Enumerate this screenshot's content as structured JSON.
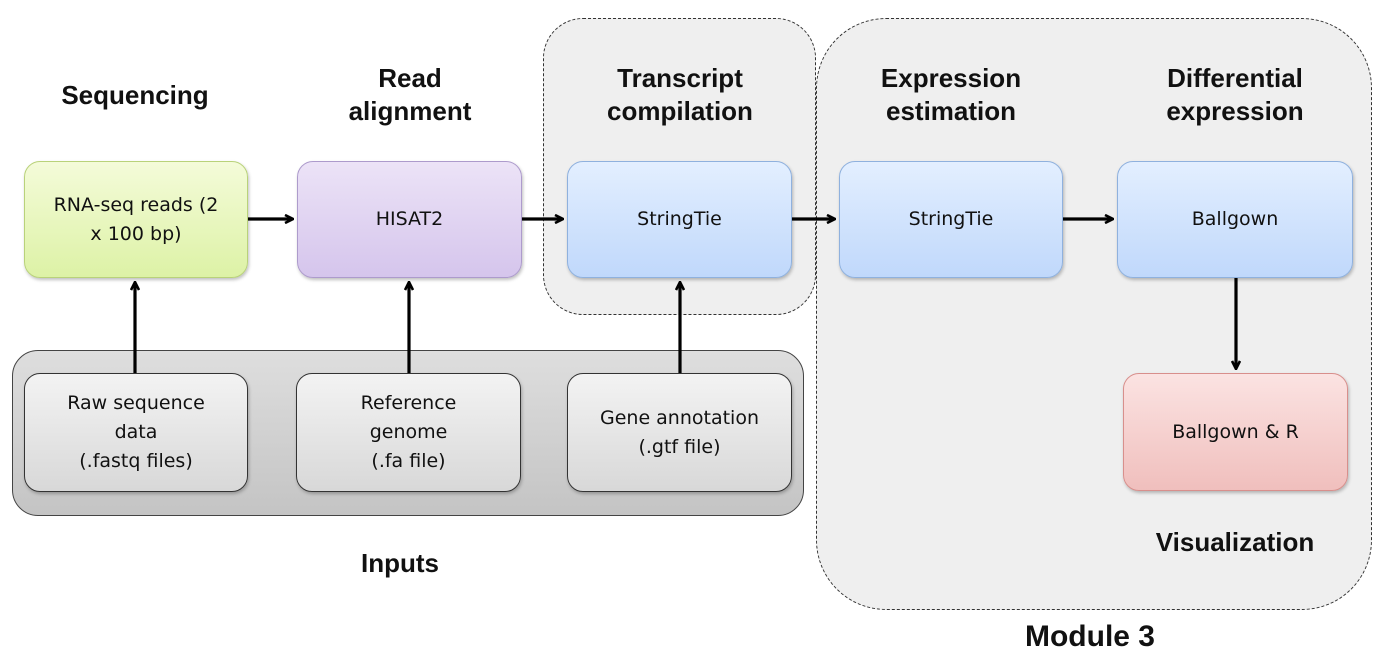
{
  "stages": {
    "sequencing": "Sequencing",
    "read_alignment": "Read\nalignment",
    "transcript_compilation": "Transcript\ncompilation",
    "expression_estimation": "Expression\nestimation",
    "differential_expression": "Differential\nexpression",
    "visualization": "Visualization"
  },
  "groups": {
    "inputs": "Inputs",
    "module": "Module 3"
  },
  "nodes": {
    "rnaseq_reads": "RNA-seq reads (2\nx 100 bp)",
    "hisat2": "HISAT2",
    "stringtie_compile": "StringTie",
    "stringtie_estimate": "StringTie",
    "ballgown": "Ballgown",
    "ballgown_r": "Ballgown & R",
    "raw_data": "Raw sequence\ndata\n(.fastq files)",
    "reference_genome": "Reference\ngenome\n(.fa file)",
    "gene_annotation": "Gene annotation\n(.gtf file)"
  },
  "colors": {
    "sequencing_node": "#ddf2a6",
    "alignment_node": "#d5c5ec",
    "stringtie_node": "#c0d8fb",
    "visualization_node": "#f0bfbd",
    "input_node": "#d8d8d8",
    "region_fill": "#efefef"
  }
}
